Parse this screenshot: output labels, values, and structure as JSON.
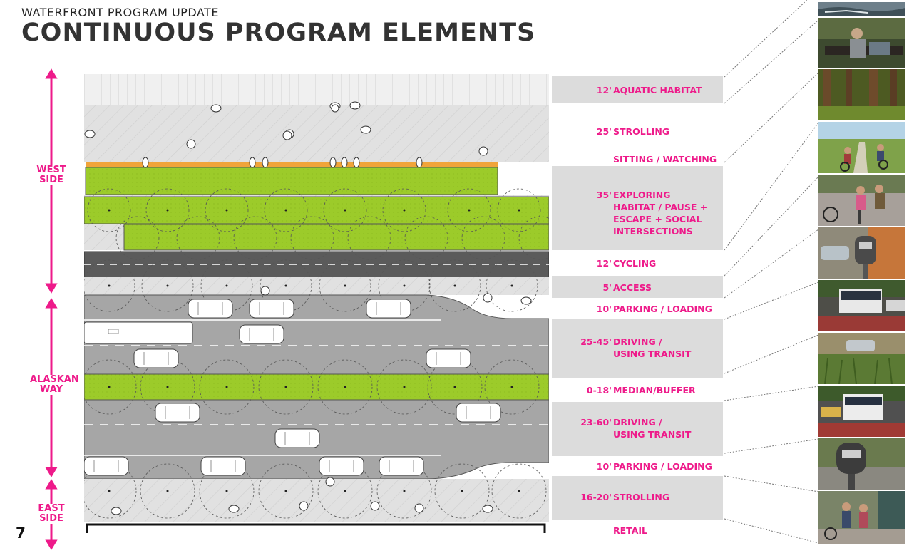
{
  "header": {
    "subtitle": "WATERFRONT PROGRAM UPDATE",
    "title": "CONTINUOUS PROGRAM ELEMENTS"
  },
  "side_labels": {
    "west": [
      "WEST",
      "SIDE"
    ],
    "alaskan": [
      "ALASKAN",
      "WAY"
    ],
    "east": [
      "EAST",
      "SIDE"
    ]
  },
  "page_number": "7",
  "legend": [
    {
      "width": "12'",
      "label": [
        "AQUATIC HABITAT"
      ],
      "photo": "water"
    },
    {
      "width": "25'",
      "label": [
        "STROLLING"
      ],
      "photo": "bench-sitting"
    },
    {
      "width": "",
      "label": [
        "SITTING / WATCHING"
      ],
      "photo": "forest"
    },
    {
      "width": "35'",
      "label": [
        "EXPLORING",
        "HABITAT / PAUSE +",
        "ESCAPE + SOCIAL",
        "INTERSECTIONS"
      ],
      "photo": "cyclists-path"
    },
    {
      "width": "12'",
      "label": [
        "CYCLING"
      ],
      "photo": "walkers-sidewalk"
    },
    {
      "width": "5'",
      "label": [
        "ACCESS"
      ],
      "photo": "parking-meter"
    },
    {
      "width": "10'",
      "label": [
        "PARKING / LOADING"
      ],
      "photo": "bus-street"
    },
    {
      "width": "25-45'",
      "label": [
        "DRIVING /",
        "USING TRANSIT"
      ],
      "photo": "planted-median"
    },
    {
      "width": "0-18'",
      "label": [
        "MEDIAN/BUFFER"
      ],
      "photo": "bus-street-2"
    },
    {
      "width": "23-60'",
      "label": [
        "DRIVING /",
        "USING TRANSIT"
      ],
      "photo": "parking-meter-2"
    },
    {
      "width": "10'",
      "label": [
        "PARKING / LOADING"
      ],
      "photo": "storefront-walk"
    },
    {
      "width": "16-20'",
      "label": [
        "STROLLING"
      ],
      "photo": ""
    },
    {
      "width": "",
      "label": [
        "RETAIL"
      ],
      "photo": ""
    }
  ],
  "colors": {
    "accent": "#ee1a8a",
    "green": "#9ccb2a",
    "road": "#a6a6a6",
    "bikeway": "#5b5b5b",
    "pavement": "#e0e0e0",
    "legend_shade": "#dcdcdc"
  }
}
